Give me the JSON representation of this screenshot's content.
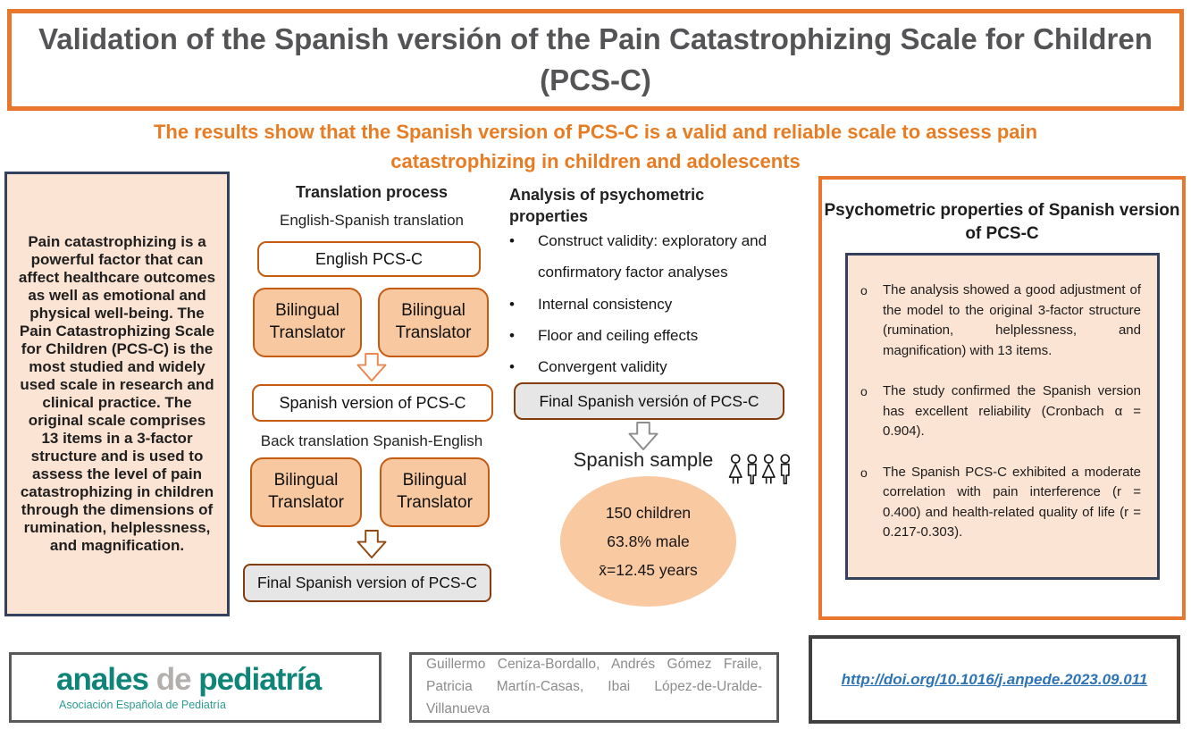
{
  "header": {
    "title": "Validation of the Spanish versión of the Pain Catastrophizing Scale for Children (PCS-C)"
  },
  "subtitle": "The results show that the Spanish version of PCS-C is a valid and reliable scale to assess pain catastrophizing in children and adolescents",
  "intro_box": {
    "text": "Pain catastrophizing is a powerful factor that can affect healthcare outcomes as well as emotional and physical well-being. The Pain Catastrophizing Scale for Children (PCS-C) is the most studied and widely used scale in research and clinical practice. The original scale comprises 13 items in a 3-factor structure and is used to assess the level of pain catastrophizing in children through the dimensions of rumination, helplessness, and magnification."
  },
  "translation": {
    "heading": "Translation process",
    "step1_label": "English-Spanish translation",
    "english_box": "English PCS-C",
    "translator_label": "Bilingual Translator",
    "spanish_box": "Spanish version of PCS-C",
    "step2_label": "Back translation Spanish-English",
    "final_box": "Final Spanish version of PCS-C"
  },
  "analysis": {
    "heading": "Analysis of psychometric properties",
    "bullet_marker": "•",
    "bullets": [
      "Construct validity: exploratory and confirmatory factor analyses",
      "Internal consistency",
      "Floor and ceiling effects",
      "Convergent validity"
    ],
    "final_box": "Final Spanish versión of PCS-C",
    "sample_label": "Spanish sample",
    "sample_stats": [
      "150 children",
      "63.8% male",
      "x̄=12.45 years"
    ]
  },
  "results_panel": {
    "heading": "Psychometric properties of Spanish version of PCS-C",
    "bullet_marker": "o",
    "bullets": [
      "The analysis showed a good adjustment of the model to the original 3-factor structure (rumination, helplessness, and magnification) with 13 items.",
      "The study confirmed the Spanish version has excellent reliability (Cronbach α = 0.904).",
      "The Spanish PCS-C exhibited a moderate correlation with pain interference (r = 0.400) and health-related quality of life (r = 0.217-0.303)."
    ]
  },
  "footer": {
    "logo": {
      "word1": "anales",
      "word2": "de",
      "word3": "pediatría",
      "tagline": "Asociación Española de Pediatría"
    },
    "authors": "Guillermo Ceniza-Bordallo, Andrés Gómez Fraile, Patricia Martín-Casas, Ibai López-de-Uralde-Villanueva",
    "doi": "http://doi.org/10.1016/j.anpede.2023.09.011"
  },
  "colors": {
    "orange_border": "#e8762d",
    "subtitle_orange": "#e87c23",
    "box_border_orange": "#c55a11",
    "dark_brown_border": "#843c0c",
    "navy_border": "#33415c",
    "peach_fill": "#f9c9a2",
    "light_peach_fill": "#fce4d4",
    "gray_fill": "#e7e6e6",
    "title_gray": "#545456",
    "logo_teal": "#0f8478",
    "logo_gray": "#b3afad",
    "link_blue": "#2e74b5",
    "authors_gray": "#8c8c8c",
    "arrow_gray": "#8c8c8c"
  }
}
